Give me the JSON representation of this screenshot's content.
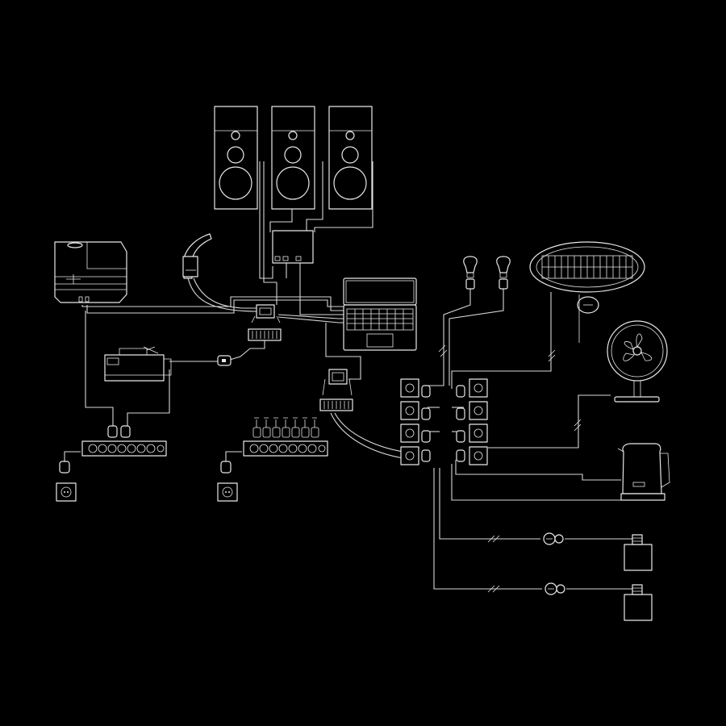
{
  "title": "",
  "colors": {
    "background": "#000000",
    "line": "#e8e8e8"
  },
  "devices": [
    {
      "name": "speaker",
      "count": 3
    },
    {
      "name": "audio-amplifier"
    },
    {
      "name": "headphones"
    },
    {
      "name": "projector"
    },
    {
      "name": "laptop"
    },
    {
      "name": "fog-machine"
    },
    {
      "name": "usb-hub",
      "count": 2
    },
    {
      "name": "power-strip",
      "count": 2
    },
    {
      "name": "wall-socket",
      "count": 2
    },
    {
      "name": "smart-bulb",
      "count": 2
    },
    {
      "name": "patio-heater"
    },
    {
      "name": "desk-fan"
    },
    {
      "name": "electric-kettle"
    },
    {
      "name": "lamp-socket",
      "count": 2
    },
    {
      "name": "relay-panel",
      "count": 2
    }
  ]
}
